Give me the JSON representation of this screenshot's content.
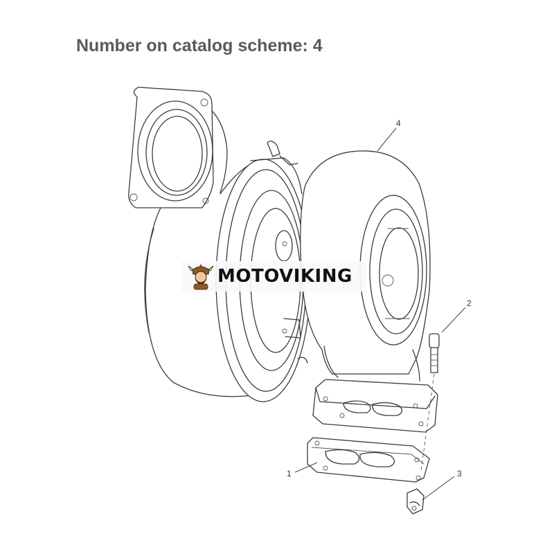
{
  "header": {
    "title": "Number on catalog scheme: 4"
  },
  "callouts": [
    {
      "id": "1",
      "label": "1"
    },
    {
      "id": "2",
      "label": "2"
    },
    {
      "id": "3",
      "label": "3"
    },
    {
      "id": "4",
      "label": "4"
    }
  ],
  "watermark": {
    "brand": "MOTOVIKING",
    "icon": "viking-mascot-icon"
  },
  "colors": {
    "title": "#5a5a5a",
    "lines": "#3a3a3a",
    "background": "#ffffff",
    "logo_red": "#c0392b",
    "logo_brown": "#8b5a2b"
  }
}
